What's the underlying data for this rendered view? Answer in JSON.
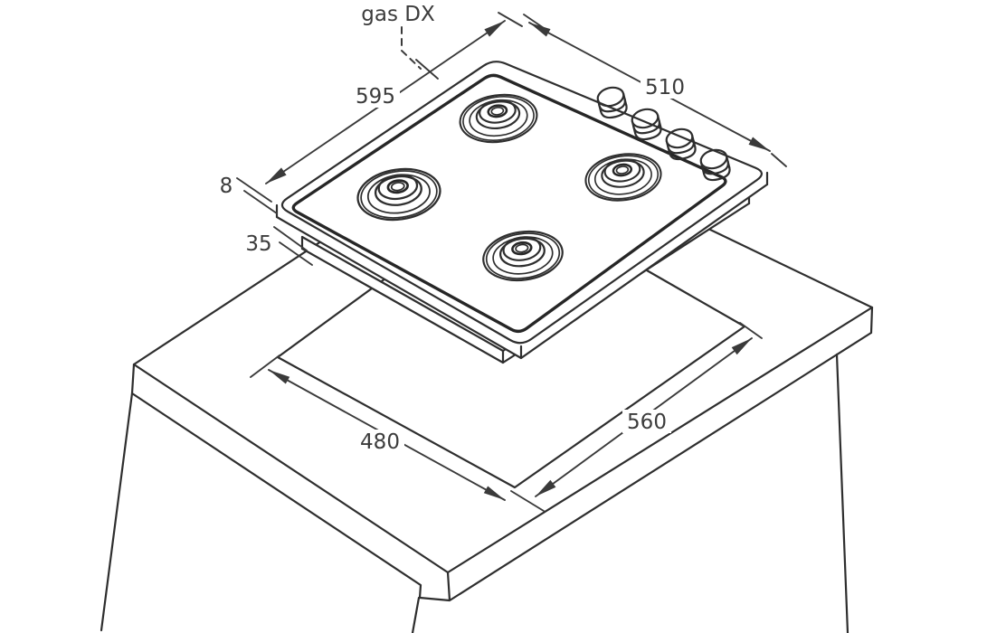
{
  "diagram": {
    "description": "Built-in gas hob installation drawing: hob exploded above a base cabinet worktop with rectangular cut-out",
    "background_color": "#ffffff",
    "line_color": "#2e2e2e",
    "labels": {
      "gas_connection": "gas DX"
    },
    "dimensions": {
      "hob_width": "595",
      "hob_depth": "510",
      "hob_profile_height": "8",
      "recess_depth": "35",
      "cutout_depth": "480",
      "cutout_width": "560"
    },
    "components": {
      "burner_count": 4,
      "knob_count": 4
    }
  }
}
